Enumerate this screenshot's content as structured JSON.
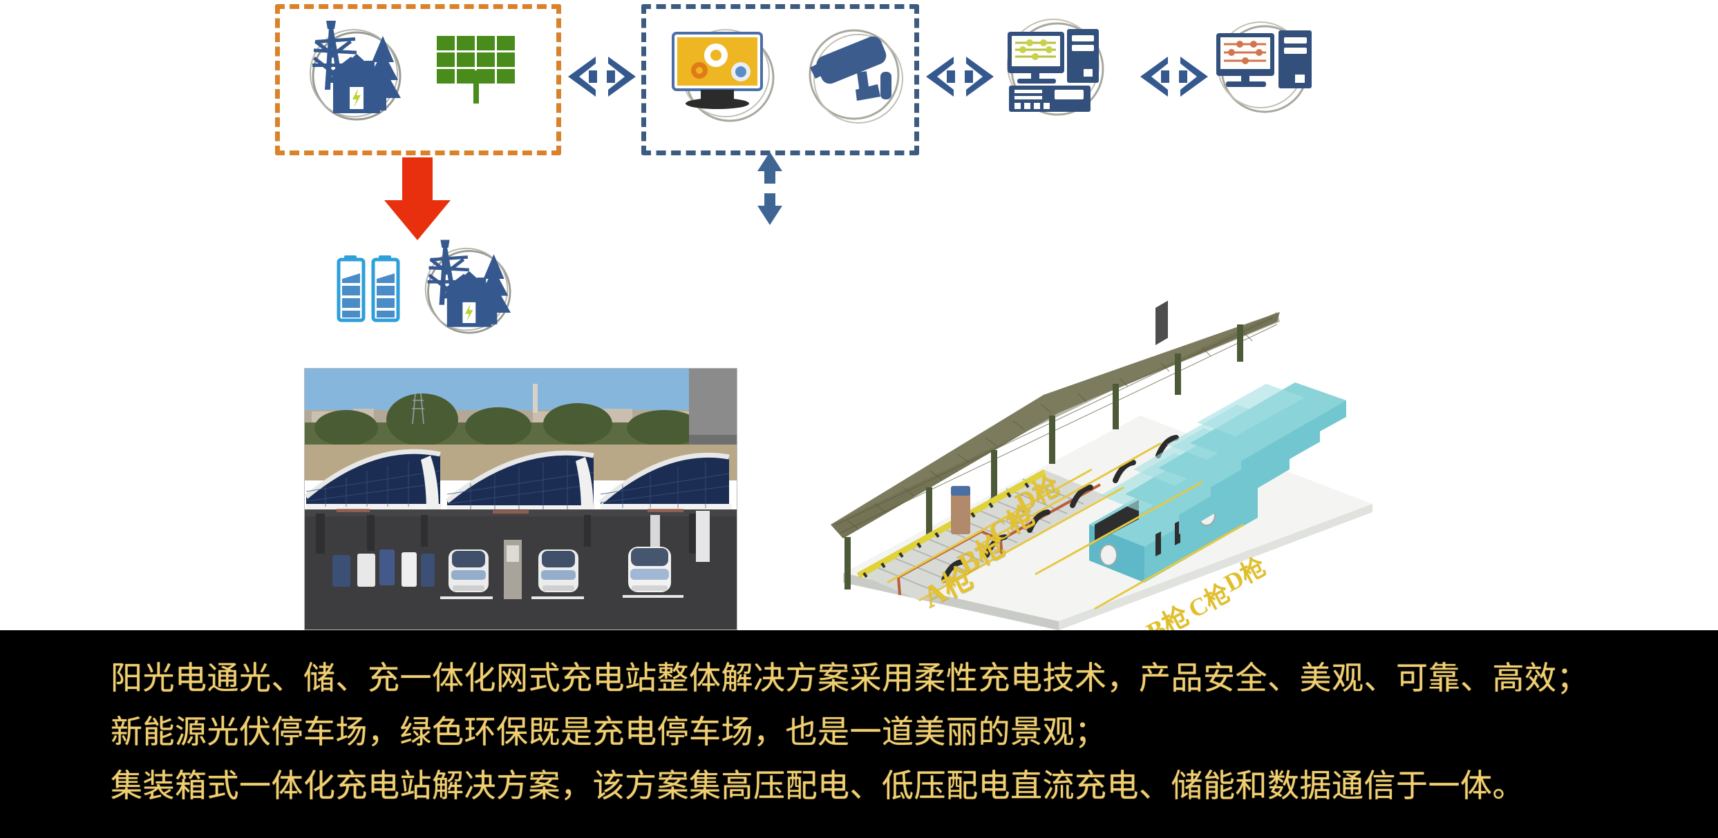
{
  "diagram": {
    "groups": [
      {
        "id": "generation",
        "border_color": "#d9822b",
        "border_style": "dashed",
        "icons": [
          {
            "name": "power-grid-house-icon",
            "label": "电网与住宅"
          },
          {
            "name": "solar-panel-icon",
            "label": "光伏组件"
          }
        ]
      },
      {
        "id": "monitoring",
        "border_color": "#3d5a80",
        "border_style": "dashed",
        "icons": [
          {
            "name": "monitor-gears-icon",
            "label": "监控管理系统"
          },
          {
            "name": "security-camera-icon",
            "label": "安防摄像头"
          }
        ]
      },
      {
        "id": "workstation",
        "border_color": "none",
        "border_style": "none",
        "icons": [
          {
            "name": "workstation-server-icon",
            "label": "运维工作站"
          }
        ]
      },
      {
        "id": "terminal",
        "border_color": "none",
        "border_style": "none",
        "icons": [
          {
            "name": "desktop-tower-icon",
            "label": "数据终端"
          }
        ]
      }
    ],
    "connectors": [
      {
        "name": "arrow-bidirectional-1",
        "direction": "horizontal"
      },
      {
        "name": "arrow-bidirectional-2",
        "direction": "horizontal"
      },
      {
        "name": "arrow-bidirectional-3",
        "direction": "horizontal"
      },
      {
        "name": "arrow-bidirectional-vertical",
        "direction": "vertical"
      },
      {
        "name": "arrow-down-red",
        "direction": "down",
        "color": "#e8300e"
      }
    ],
    "storage": {
      "icons": [
        {
          "name": "battery-pair-icon",
          "label": "储能电池"
        },
        {
          "name": "power-grid-house-icon",
          "label": "电网与住宅"
        }
      ]
    }
  },
  "photos": {
    "carport": {
      "name": "solar-carport-photo",
      "alt": "光伏车棚充电站照片",
      "sky_color": "#7fb2d8",
      "panel_color": "#1d2f55",
      "ground_color": "#3a3a3c"
    },
    "depot": {
      "name": "bus-charging-depot-render",
      "alt": "公交充电场站效果图",
      "bus_color": "#7fd3d8",
      "lane_labels": [
        "A枪",
        "B枪",
        "C枪",
        "D枪"
      ],
      "label_color": "#e3c233"
    }
  },
  "caption": {
    "background_color": "#000000",
    "text_color": "#f0cf72",
    "lines": [
      "阳光电通光、储、充一体化网式充电站整体解决方案采用柔性充电技术，产品安全、美观、可靠、高效；",
      "新能源光伏停车场，绿色环保既是充电停车场，也是一道美丽的景观；",
      "集装箱式一体化充电站解决方案，该方案集高压配电、低压配电直流充电、储能和数据通信于一体。"
    ]
  }
}
